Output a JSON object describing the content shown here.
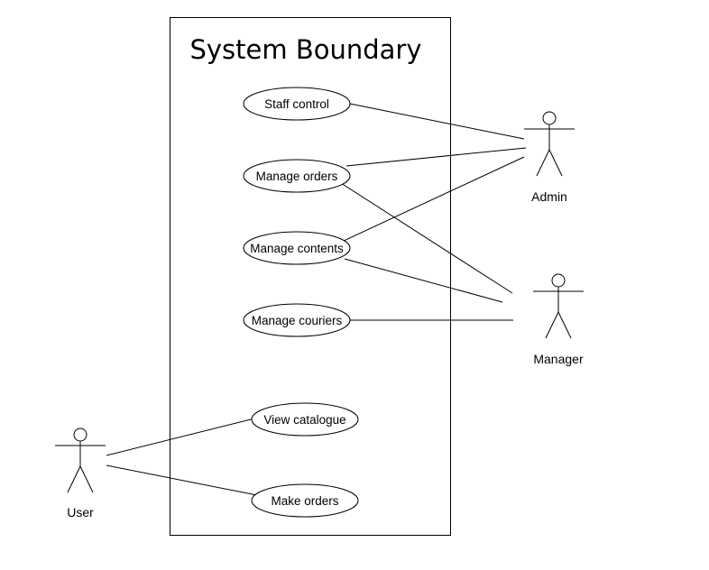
{
  "diagram": {
    "type": "use-case-diagram",
    "boundary": {
      "title": "System Boundary"
    },
    "use_cases": {
      "staff_control": "Staff control",
      "manage_orders": "Manage orders",
      "manage_contents": "Manage contents",
      "manage_couriers": "Manage couriers",
      "view_catalogue": "View catalogue",
      "make_orders": "Make orders"
    },
    "actors": {
      "admin": "Admin",
      "manager": "Manager",
      "user": "User"
    },
    "associations": [
      {
        "actor": "Admin",
        "use_case": "Staff control"
      },
      {
        "actor": "Admin",
        "use_case": "Manage orders"
      },
      {
        "actor": "Admin",
        "use_case": "Manage contents"
      },
      {
        "actor": "Manager",
        "use_case": "Manage orders"
      },
      {
        "actor": "Manager",
        "use_case": "Manage contents"
      },
      {
        "actor": "Manager",
        "use_case": "Manage couriers"
      },
      {
        "actor": "User",
        "use_case": "View catalogue"
      },
      {
        "actor": "User",
        "use_case": "Make orders"
      }
    ]
  }
}
